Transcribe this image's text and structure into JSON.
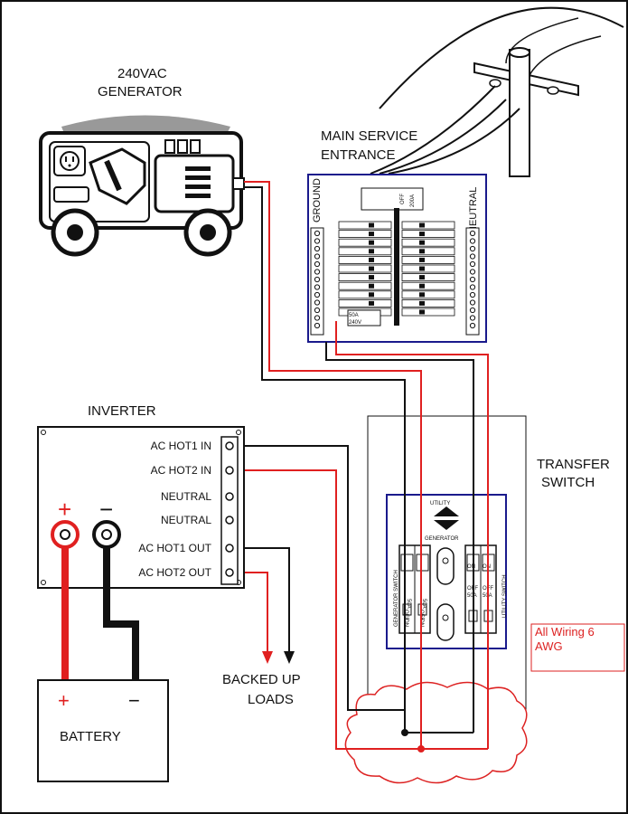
{
  "generator": {
    "label_line1": "240VAC",
    "label_line2": "GENERATOR"
  },
  "main_service": {
    "label_line1": "MAIN SERVICE",
    "label_line2": "ENTRANCE",
    "ground_label": "GROUND",
    "neutral_label": "NEUTRAL",
    "main_breaker_label": "200A",
    "main_breaker_state": "OFF",
    "breaker_label_line1": "50A",
    "breaker_label_line2": "240V"
  },
  "inverter": {
    "title": "INVERTER",
    "terminals": [
      "AC HOT1 IN",
      "AC HOT2 IN",
      "NEUTRAL",
      "NEUTRAL",
      "AC HOT1 OUT",
      "AC HOT2 OUT"
    ],
    "plus_sign": "+",
    "minus_sign": "−"
  },
  "battery": {
    "label": "BATTERY",
    "plus_sign": "+",
    "minus_sign": "−"
  },
  "loads": {
    "line1": "BACKED UP",
    "line2": "LOADS"
  },
  "transfer_switch": {
    "label_line1": "TRANSFER",
    "label_line2": "SWITCH",
    "utility_label": "UTILITY",
    "generator_label": "GENERATOR",
    "generator_switch_label": "GENERATOR SWITCH",
    "utility_switch_label": "UTILITY SWITCH",
    "breaker_amps": "50A",
    "breaker_on": "ON",
    "breaker_off": "OFF"
  },
  "note": {
    "line1": "All Wiring 6",
    "line2": "AWG"
  },
  "colors": {
    "hot_red": "#e02020",
    "neutral_black": "#111111",
    "panel_blue": "#1a1a8c"
  }
}
